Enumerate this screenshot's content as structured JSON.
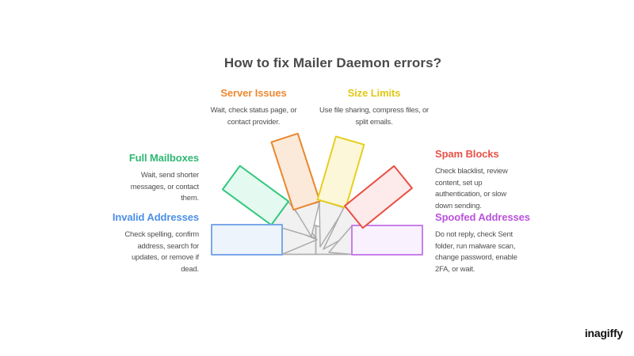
{
  "title": "How to fix Mailer Daemon errors?",
  "brand": "inagiffy",
  "colors": {
    "title": "#4a4a4a",
    "body": "#4f4f4f",
    "brand": "#111111"
  },
  "sections": [
    {
      "id": "server-issues",
      "label": "Server Issues",
      "description": "Wait, check status page, or contact provider.",
      "color": "#ec8a33"
    },
    {
      "id": "size-limits",
      "label": "Size Limits",
      "description": "Use file sharing, compress files, or split emails.",
      "color": "#e0c816"
    },
    {
      "id": "full-mailboxes",
      "label": "Full Mailboxes",
      "description": "Wait, send shorter messages, or contact them.",
      "color": "#2eb873"
    },
    {
      "id": "invalid-addresses",
      "label": "Invalid Addresses",
      "description": "Check spelling, confirm address, search for updates, or remove if dead.",
      "color": "#4c8fe8"
    },
    {
      "id": "spam-blocks",
      "label": "Spam Blocks",
      "description": "Check blacklist, review content, set up authentication, or slow down sending.",
      "color": "#e85248"
    },
    {
      "id": "spoofed-addresses",
      "label": "Spoofed Addresses",
      "description": "Do not reply, check Sent folder, run malware scan, change password, enable 2FA, or wait.",
      "color": "#b952dc"
    }
  ],
  "fan": {
    "pointer_fill": "#f1f1f1",
    "pointer_stroke": "#acacac",
    "cards": [
      {
        "id": "gray-left",
        "fill": "#f1f1f1",
        "stroke": "#afafaf"
      },
      {
        "id": "gray-right",
        "fill": "#f1f1f1",
        "stroke": "#afafaf"
      },
      {
        "id": "green",
        "fill": "#e4f9ef",
        "stroke": "#2fc77e"
      },
      {
        "id": "orange",
        "fill": "#fbe9d9",
        "stroke": "#e8872e"
      },
      {
        "id": "yellow",
        "fill": "#fcf7d9",
        "stroke": "#e6cf1f"
      },
      {
        "id": "purple",
        "fill": "#f9f1fd",
        "stroke": "#c77fe8"
      },
      {
        "id": "red",
        "fill": "#fdeaea",
        "stroke": "#e85045"
      },
      {
        "id": "blue",
        "fill": "#edf4fc",
        "stroke": "#7ba7e8"
      }
    ]
  }
}
